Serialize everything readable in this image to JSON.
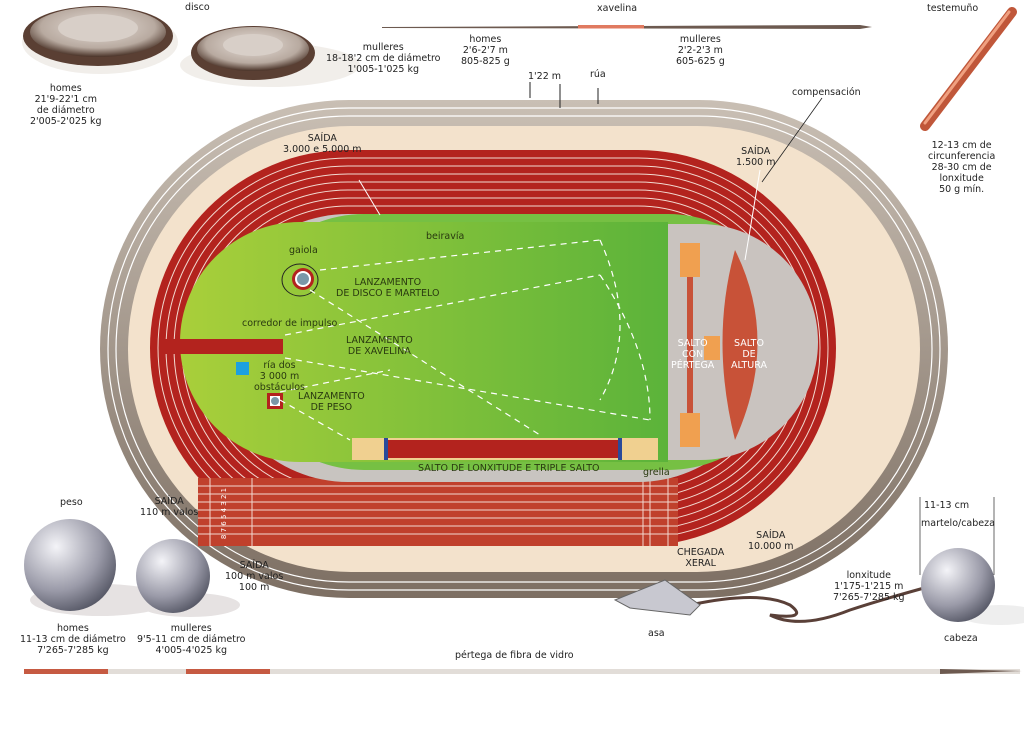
{
  "disco": {
    "title": "disco",
    "homes": [
      "homes",
      "21'9-22'1 cm",
      "de diámetro",
      "2'005-2'025  kg"
    ],
    "mulleres": [
      "mulleres",
      "18-18'2 cm de diámetro",
      "1'005-1'025  kg"
    ]
  },
  "xavelina": {
    "title": "xavelina",
    "homes": [
      "homes",
      "2'6-2'7 m",
      "805-825  g"
    ],
    "mulleres": [
      "mulleres",
      "2'2-2'3 m",
      "605-625  g"
    ]
  },
  "testemunho": {
    "title": "testemuño",
    "spec": [
      "12-13 cm de",
      "circunferencia",
      "28-30 cm de",
      "lonxitude",
      "50 g mín."
    ]
  },
  "track": {
    "lane_width": "1'22 m",
    "rua": "rúa",
    "compensacion": "compensación",
    "saida_3000_5000": [
      "SAÍDA",
      "3.000 e 5.000 m"
    ],
    "saida_1500": [
      "SAÍDA",
      "1.500 m"
    ],
    "beiravia": "beiravía",
    "gaiola": "gaiola",
    "disco_martelo": [
      "LANZAMENTO",
      "DE DISCO E MARTELO"
    ],
    "corredor": "corredor de impulso",
    "xavelina_zone": [
      "LANZAMENTO",
      "DE XAVELINA"
    ],
    "ria": [
      "ría dos",
      "3 000 m",
      "obstáculos"
    ],
    "peso_zone": [
      "LANZAMENTO",
      "DE PESO"
    ],
    "pertega": [
      "SALTO",
      "CON",
      "PÉRTEGA"
    ],
    "altura": [
      "SALTO",
      "DE",
      "ALTURA"
    ],
    "lonxitude": "SALTO  DE  LONXITUDE E TRIPLE SALTO",
    "grella": "grella",
    "saida_110": [
      "SAÍDA",
      "110 m valos"
    ],
    "lane_numbers": "8 7 6 5 4 3 2 1",
    "saida_100": [
      "SAÍDA",
      "100 m valos",
      "100 m"
    ],
    "chegada": [
      "CHEGADA",
      "XERAL"
    ],
    "saida_10000": [
      "SAÍDA",
      "10.000 m"
    ]
  },
  "peso": {
    "title": "peso",
    "homes": [
      "homes",
      "11-13 cm de diámetro",
      "7'265-7'285  kg"
    ],
    "mulleres": [
      "mulleres",
      "9'5-11 cm de diámetro",
      "4'005-4'025  kg"
    ]
  },
  "pertega_label": "pértega de fibra de vidro",
  "martelo": {
    "diameter": "11-13 cm",
    "title": "martelo/cabeza",
    "spec": [
      "lonxitude",
      "1'175-1'215 m",
      "7'265-7'285 kg"
    ],
    "asa": "asa",
    "cabeza": "cabeza"
  },
  "colors": {
    "track": "#b3231e",
    "field": "#8cc63f",
    "road": "#8a7d70",
    "apron": "#f3e2cc"
  }
}
